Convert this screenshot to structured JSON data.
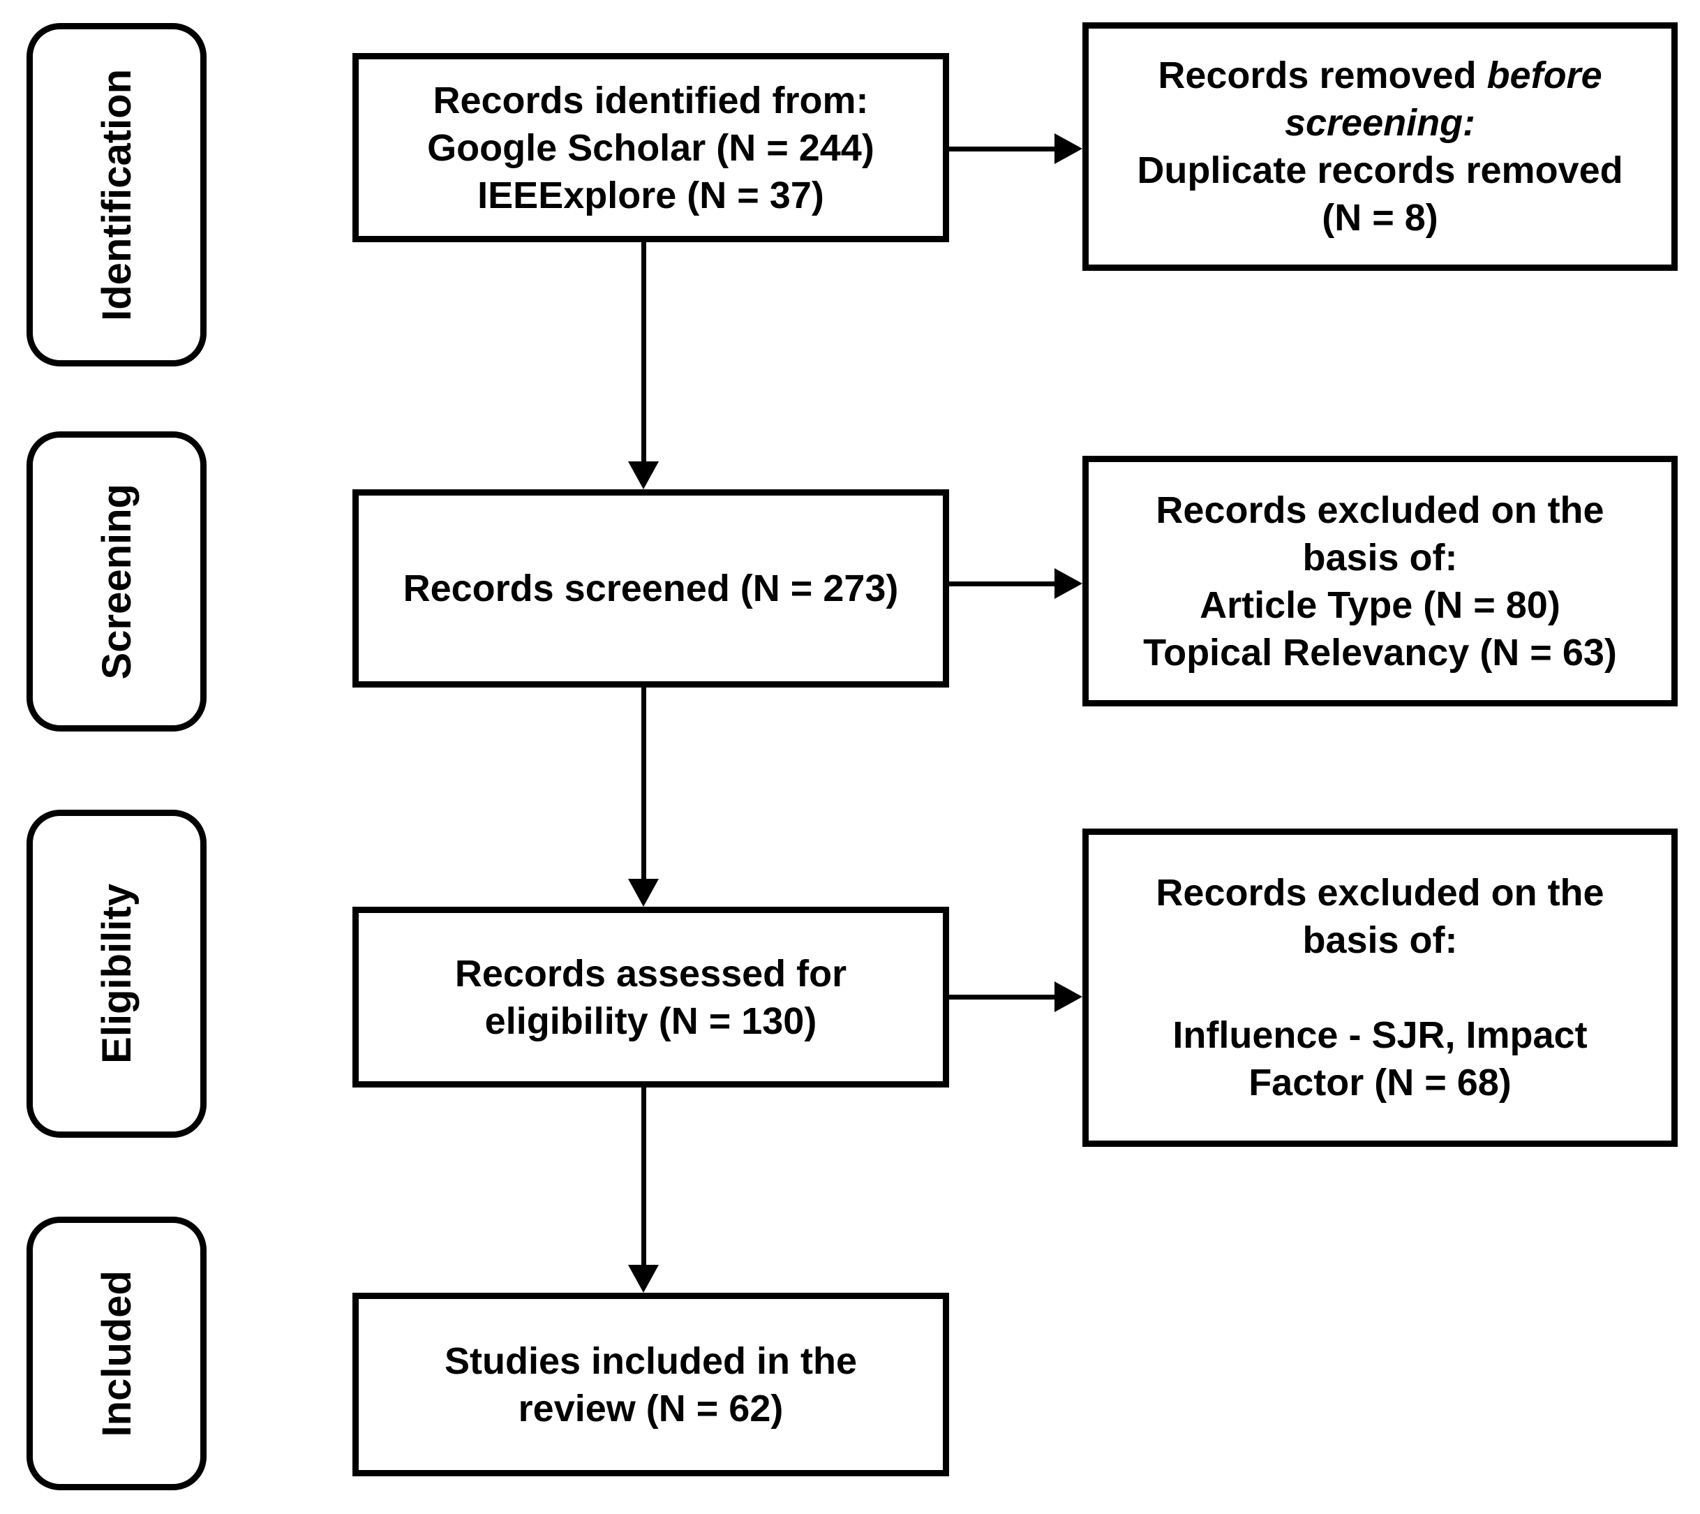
{
  "canvas": {
    "background": "#ffffff",
    "ink": "#000000"
  },
  "stages": [
    {
      "label": "Identification"
    },
    {
      "label": "Screening"
    },
    {
      "label": "Eligibility"
    },
    {
      "label": "Included"
    }
  ],
  "flow": {
    "identified": {
      "lines": [
        "Records identified from:",
        "Google Scholar (N = 244)",
        "IEEExplore (N = 37)"
      ]
    },
    "screened": {
      "lines": [
        "Records screened (N = 273)"
      ]
    },
    "assessed": {
      "lines": [
        "Records assessed for",
        "eligibility (N = 130)"
      ]
    },
    "included": {
      "lines": [
        "Studies included in the",
        "review (N = 62)"
      ]
    }
  },
  "exclusions": {
    "removed_before_screening": {
      "line1_normal": "Records removed ",
      "line1_italic": "before",
      "line2_italic": "screening:",
      "lines": [
        "Duplicate records removed",
        "(N = 8)"
      ]
    },
    "excluded_screening": {
      "lines": [
        "Records excluded on the",
        "basis of:",
        "Article Type (N = 80)",
        "Topical Relevancy (N = 63)"
      ]
    },
    "excluded_eligibility": {
      "lines": [
        "Records excluded on the",
        "basis of:",
        "",
        "Influence - SJR, Impact",
        "Factor (N = 68)"
      ]
    }
  }
}
